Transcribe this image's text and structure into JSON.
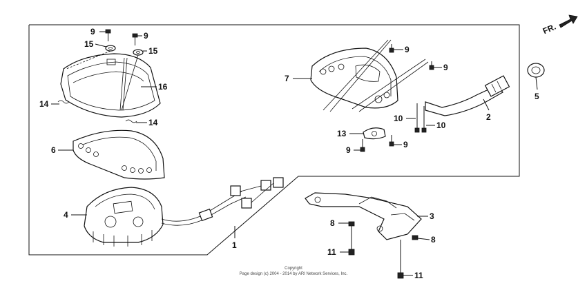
{
  "direction_label": "FR.",
  "callouts": [
    {
      "id": "c9a",
      "text": "9"
    },
    {
      "id": "c9b",
      "text": "9"
    },
    {
      "id": "c15a",
      "text": "15"
    },
    {
      "id": "c15b",
      "text": "15"
    },
    {
      "id": "c16",
      "text": "16"
    },
    {
      "id": "c14a",
      "text": "14"
    },
    {
      "id": "c14b",
      "text": "14"
    },
    {
      "id": "c6",
      "text": "6"
    },
    {
      "id": "c4",
      "text": "4"
    },
    {
      "id": "c1",
      "text": "1"
    },
    {
      "id": "c7",
      "text": "7"
    },
    {
      "id": "c9c",
      "text": "9"
    },
    {
      "id": "c9d",
      "text": "9"
    },
    {
      "id": "c5",
      "text": "5"
    },
    {
      "id": "c2",
      "text": "2"
    },
    {
      "id": "c10a",
      "text": "10"
    },
    {
      "id": "c10b",
      "text": "10"
    },
    {
      "id": "c13",
      "text": "13"
    },
    {
      "id": "c9e",
      "text": "9"
    },
    {
      "id": "c9f",
      "text": "9"
    },
    {
      "id": "c3",
      "text": "3"
    },
    {
      "id": "c8a",
      "text": "8"
    },
    {
      "id": "c8b",
      "text": "8"
    },
    {
      "id": "c11a",
      "text": "11"
    },
    {
      "id": "c11b",
      "text": "11"
    }
  ],
  "copyright": {
    "line1": "Copyright",
    "line2": "Page design (c) 2004 - 2014 by ARI Network Services, Inc."
  }
}
